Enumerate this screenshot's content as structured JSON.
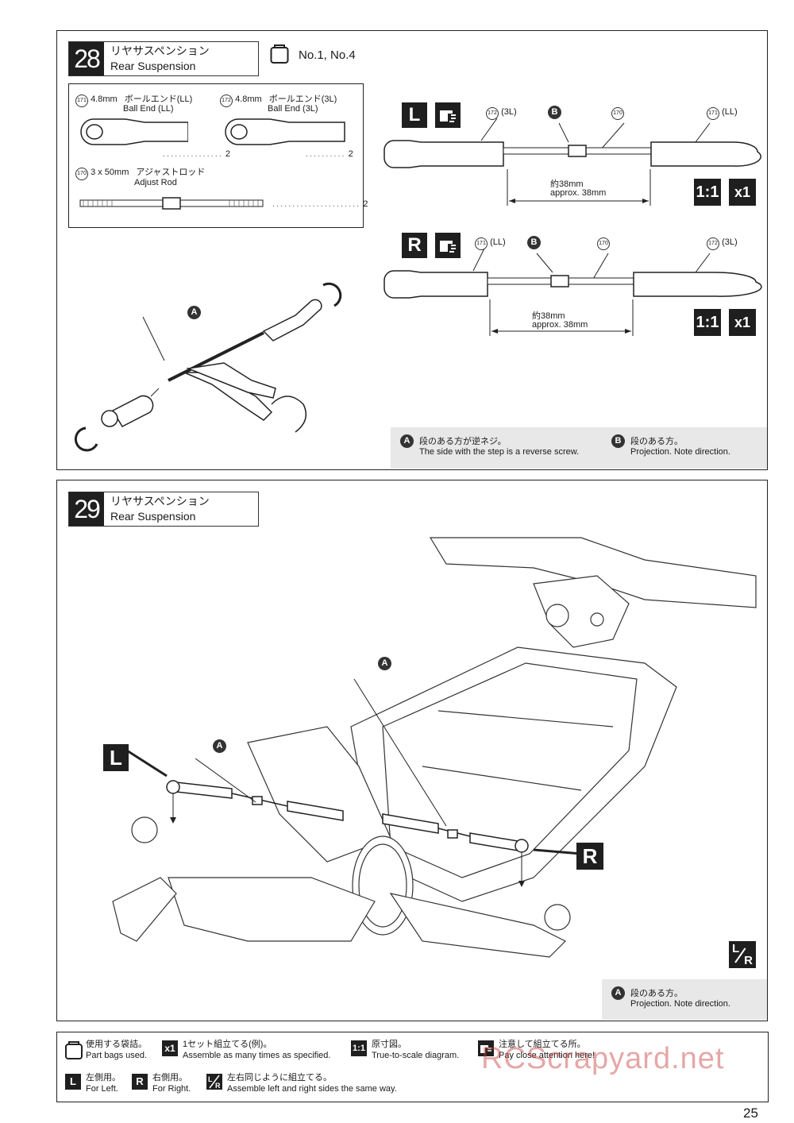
{
  "step28": {
    "number": "28",
    "title_jp": "リヤサスペンション",
    "title_en": "Rear Suspension",
    "bags": "No.1, No.4",
    "parts": {
      "p171": {
        "no": "171",
        "spec": "4.8mm",
        "name_jp": "ボールエンド(LL)",
        "name_en": "Ball End (LL)",
        "qty": "2"
      },
      "p172": {
        "no": "172",
        "spec": "4.8mm",
        "name_jp": "ボールエンド(3L)",
        "name_en": "Ball End (3L)",
        "qty": "2"
      },
      "p170": {
        "no": "170",
        "spec": "3 x 50mm",
        "name_jp": "アジャストロッド",
        "name_en": "Adjust Rod",
        "qty": "2"
      }
    },
    "left": {
      "side": "L",
      "left_end": "172",
      "left_end_tag": "(3L)",
      "mid": "B",
      "rod": "170",
      "right_end": "171",
      "right_end_tag": "(LL)",
      "length_jp": "約38mm",
      "length_en": "approx. 38mm",
      "scale": "1:1",
      "times": "x1"
    },
    "right": {
      "side": "R",
      "left_end": "171",
      "left_end_tag": "(LL)",
      "mid": "B",
      "rod": "170",
      "right_end": "172",
      "right_end_tag": "(3L)",
      "length_jp": "約38mm",
      "length_en": "approx. 38mm",
      "scale": "1:1",
      "times": "x1"
    },
    "callout_a": "A",
    "notes": {
      "a_letter": "A",
      "a_jp": "段のある方が逆ネジ。",
      "a_en": "The side with the step is a reverse screw.",
      "b_letter": "B",
      "b_jp": "段のある方。",
      "b_en": "Projection. Note direction."
    }
  },
  "step29": {
    "number": "29",
    "title_jp": "リヤサスペンション",
    "title_en": "Rear Suspension",
    "label_l": "L",
    "label_r": "R",
    "callout_a": "A",
    "lr_symbol_top": "L",
    "lr_symbol_bottom": "R",
    "note": {
      "letter": "A",
      "jp": "段のある方。",
      "en": "Projection. Note direction."
    }
  },
  "legend": {
    "bag_jp": "使用する袋詰。",
    "bag_en": "Part bags used.",
    "x1_icon": "x1",
    "x1_jp": "1セット組立てる(例)。",
    "x1_en": "Assemble as many times as specified.",
    "scale_icon": "1:1",
    "scale_jp": "原寸図。",
    "scale_en": "True-to-scale diagram.",
    "attention_jp": "注意して組立てる所。",
    "attention_en": "Pay close attention here!",
    "left_icon": "L",
    "left_jp": "左側用。",
    "left_en": "For Left.",
    "right_icon": "R",
    "right_jp": "右側用。",
    "right_en": "For Right.",
    "lr_jp": "左右同じように組立てる。",
    "lr_en": "Assemble left and right sides the same way."
  },
  "watermark": "RCScrapyard.net",
  "page_number": "25"
}
